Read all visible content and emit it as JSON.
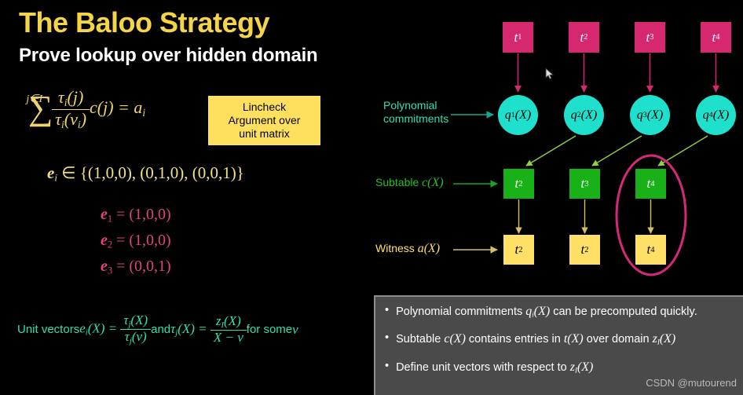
{
  "slide": {
    "title": "The Baloo Strategy",
    "subtitle": "Prove lookup over hidden domain",
    "background": "#000000",
    "title_color": "#f5d547",
    "subtitle_color": "#ffffff"
  },
  "formulas": {
    "sum": {
      "sigma": "∑",
      "index": "j∈I",
      "numerator": "τ",
      "numerator_sub": "i",
      "numerator_arg": "(j)",
      "denominator": "τ",
      "denominator_sub": "i",
      "denominator_arg": "(v",
      "denominator_arg_sub": "i",
      "denominator_close": ")",
      "tail": "c(j) = a",
      "tail_sub": "i",
      "plain": "∑ (τᵢ(j) / τᵢ(vᵢ)) c(j) = aᵢ",
      "color": "#f0d66a"
    },
    "ei_set": {
      "lhs": "e",
      "lhs_sub": "i",
      "rel": " ∈ {(1,0,0), (0,1,0), (0,0,1)}",
      "color": "#f3e08a"
    },
    "e_lines": [
      {
        "name": "e",
        "sub": "1",
        "value": " = (1,0,0)"
      },
      {
        "name": "e",
        "sub": "2",
        "value": " = (1,0,0)"
      },
      {
        "name": "e",
        "sub": "3",
        "value": " = (0,0,1)"
      }
    ],
    "e_lines_color": "#e0447e",
    "unit_vectors": {
      "prefix": "Unit vectors ",
      "e_name": "e",
      "e_sub": "i",
      "e_arg": "(X) = ",
      "frac1_num": "τ",
      "frac1_num_sub": "j",
      "frac1_num_arg": "(X)",
      "frac1_den": "τ",
      "frac1_den_sub": "j",
      "frac1_den_arg": "(v)",
      "mid": " and ",
      "tau_name": "τ",
      "tau_sub": "j",
      "tau_arg": "(X) = ",
      "frac2_num": "z",
      "frac2_num_sub": "I",
      "frac2_num_arg": "(X)",
      "frac2_den": "X − v",
      "suffix": " for some ",
      "suffix_var": "v",
      "color": "#2ee0b4"
    }
  },
  "lincheck_box": {
    "line1": "Lincheck",
    "line2": "Argument over",
    "line3": "unit matrix",
    "fill": "#ffdf5e",
    "text_color": "#000000"
  },
  "diagram": {
    "row_labels": {
      "polynomial_commitments_line1": "Polynomial",
      "polynomial_commitments_line2": "commitments",
      "subtable": "Subtable c(X)",
      "subtable_text": "Subtable ",
      "subtable_math": "c(X)",
      "witness_text": "Witness ",
      "witness_math": "a(X)",
      "poly_color": "#2ee0b4",
      "subtable_color": "#21c421",
      "witness_color": "#ffe066"
    },
    "table_row": {
      "name": "table-entries",
      "fill": "#d6286f",
      "text_color": "#ffffff",
      "items": [
        {
          "base": "t",
          "sub": "1"
        },
        {
          "base": "t",
          "sub": "2"
        },
        {
          "base": "t",
          "sub": "3"
        },
        {
          "base": "t",
          "sub": "4"
        }
      ]
    },
    "commitment_row": {
      "name": "polynomial-commitments",
      "fill": "#1fe0cd",
      "text_color": "#000000",
      "items": [
        {
          "base": "q",
          "sub": "1",
          "arg": "(X)"
        },
        {
          "base": "q",
          "sub": "2",
          "arg": "(X)"
        },
        {
          "base": "q",
          "sub": "3",
          "arg": "(X)"
        },
        {
          "base": "q",
          "sub": "4",
          "arg": "(X)"
        }
      ]
    },
    "subtable_row": {
      "name": "subtable-entries",
      "fill": "#18b118",
      "text_color": "#ffffff",
      "items": [
        {
          "base": "t",
          "sub": "2"
        },
        {
          "base": "t",
          "sub": "3"
        },
        {
          "base": "t",
          "sub": "4"
        }
      ]
    },
    "witness_row": {
      "name": "witness-entries",
      "fill": "#ffe066",
      "text_color": "#000000",
      "items": [
        {
          "base": "t",
          "sub": "2"
        },
        {
          "base": "t",
          "sub": "2"
        },
        {
          "base": "t",
          "sub": "4"
        }
      ]
    },
    "highlight_ellipse_color": "#d6287a",
    "arrow_colors": {
      "pink": "#d6286f",
      "green_diagonal": "#8fd13f",
      "green_label": "#1f9f1f",
      "yellow": "#d4c06a",
      "teal": "#13a891"
    }
  },
  "bullets": {
    "panel_fill": "#4a4a4a",
    "items": [
      {
        "dot": "•",
        "prefix": "Polynomial commitments ",
        "math_base": "q",
        "math_sub": "i",
        "math_arg": "(X)",
        "suffix": " can be precomputed quickly."
      },
      {
        "dot": "•",
        "prefix": "Subtable ",
        "math_base": "c",
        "math_sub": "",
        "math_arg": "(X)",
        "mid": " contains entries in ",
        "math2_base": "t",
        "math2_arg": "(X)",
        "mid2": " over domain ",
        "math3_base": "z",
        "math3_sub": "I",
        "math3_arg": "(X)",
        "suffix": ""
      },
      {
        "dot": "•",
        "prefix": "Define unit vectors with respect to ",
        "math_base": "z",
        "math_sub": "I",
        "math_arg": "(X)",
        "suffix": ""
      }
    ],
    "watermark": "CSDN @mutourend"
  }
}
